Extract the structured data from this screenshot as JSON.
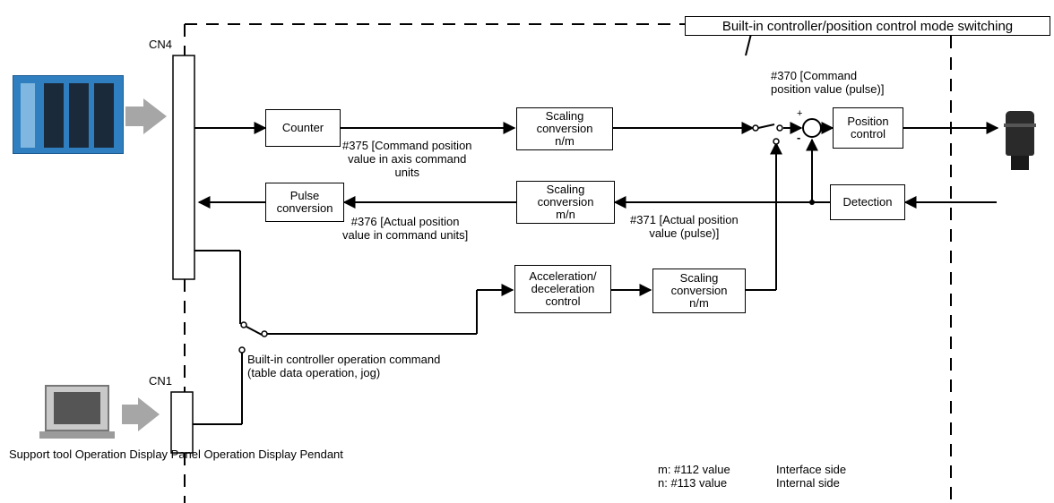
{
  "labels": {
    "cn4": "CN4",
    "cn1": "CN1",
    "mode_switch": "Built-in controller/position control mode switching",
    "p370": "#370 [Command\nposition value (pulse)]",
    "p375": "#375 [Command position\nvalue in axis command\nunits",
    "p376": "#376 [Actual position\nvalue in command units]",
    "p371": "#371 [Actual position\nvalue (pulse)]",
    "builtin_cmd": "Built-in controller operation command\n(table data operation, jog)",
    "support": "Support tool Operation Display Panel Operation Display Pendant",
    "m_def": "m: #112 value",
    "n_def": "n: #113 value",
    "m_side": "Interface side",
    "n_side": "Internal side",
    "plus": "+",
    "minus": "-"
  },
  "blocks": {
    "counter": "Counter",
    "scaling_nm_top": "Scaling\nconversion\nn/m",
    "position_control": "Position\ncontrol",
    "pulse_conversion": "Pulse\nconversion",
    "scaling_mn": "Scaling\nconversion\nm/n",
    "detection": "Detection",
    "accel": "Acceleration/\ndeceleration\ncontrol",
    "scaling_nm_bottom": "Scaling\nconversion\nn/m"
  },
  "icons": {
    "plc": "plc-unit-icon",
    "motor": "servo-motor-icon",
    "pc": "support-pc-icon"
  }
}
